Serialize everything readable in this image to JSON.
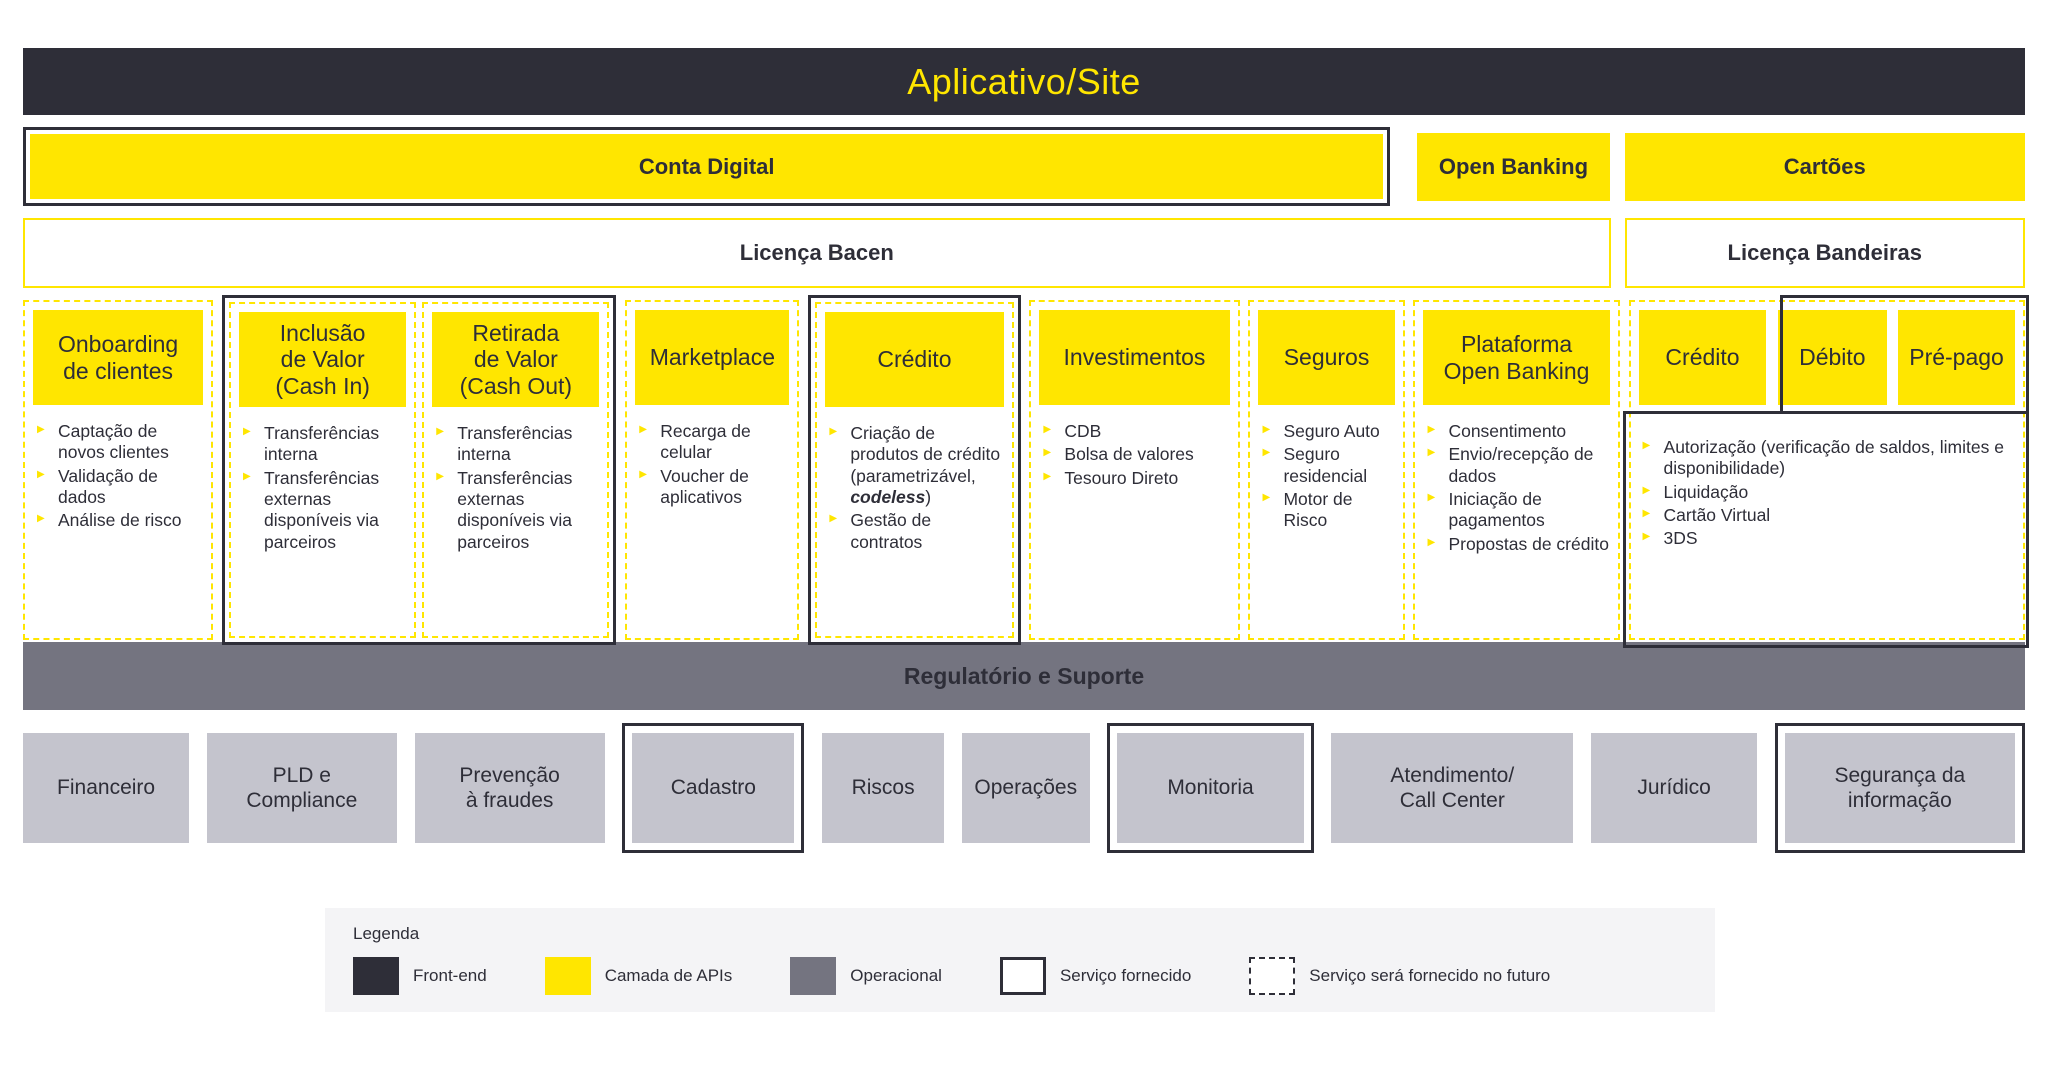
{
  "colors": {
    "front_end_dark": "#2E2E38",
    "api_yellow": "#FFE600",
    "operational_gray": "#747480",
    "support_box_gray": "#C4C4CD",
    "legend_background": "#F4F4F6"
  },
  "header": {
    "title": "Aplicativo/Site"
  },
  "products": {
    "conta_digital": "Conta Digital",
    "open_banking": "Open Banking",
    "cartoes": "Cartões"
  },
  "licenses": {
    "bacen": "Licença Bacen",
    "bandeiras": "Licença Bandeiras"
  },
  "columns": [
    {
      "title": "Onboarding\nde clientes",
      "items": [
        "Captação de novos clientes",
        "Validação de dados",
        "Análise de risco"
      ]
    },
    {
      "title": "Inclusão\nde Valor\n(Cash In)",
      "items": [
        "Transferências interna",
        "Transferências externas disponíveis via parceiros"
      ]
    },
    {
      "title": "Retirada\nde Valor\n(Cash Out)",
      "items": [
        "Transferências interna",
        "Transferências externas disponíveis via parceiros"
      ]
    },
    {
      "title": "Marketplace",
      "items": [
        "Recarga de celular",
        "Voucher de aplicativos"
      ]
    },
    {
      "title": "Crédito",
      "items": [
        {
          "pre": "Criação de produtos de crédito (parametrizável, ",
          "emph": "codeless",
          "post": ")"
        },
        "Gestão de contratos"
      ]
    },
    {
      "title": "Investimentos",
      "items": [
        "CDB",
        "Bolsa de valores",
        "Tesouro Direto"
      ]
    },
    {
      "title": "Seguros",
      "items": [
        "Seguro Auto",
        "Seguro residencial",
        "Motor de Risco"
      ]
    },
    {
      "title": "Plataforma\nOpen Banking",
      "items": [
        "Consentimento",
        "Envio/recepção de dados",
        "Iniciação de pagamentos",
        "Propostas de crédito"
      ]
    }
  ],
  "cartoes_group": {
    "headers": [
      "Crédito",
      "Débito",
      "Pré-pago"
    ],
    "items": [
      "Autorização (verificação de saldos, limites e disponibilidade)",
      "Liquidação",
      "Cartão Virtual",
      "3DS"
    ]
  },
  "support": {
    "bar_title": "Regulatório e Suporte",
    "boxes": [
      {
        "label": "Financeiro"
      },
      {
        "label": "PLD e\nCompliance"
      },
      {
        "label": "Prevenção\nà fraudes"
      },
      {
        "label": "Cadastro"
      },
      {
        "label": "Riscos"
      },
      {
        "label": "Operações"
      },
      {
        "label": "Monitoria"
      },
      {
        "label": "Atendimento/\nCall Center"
      },
      {
        "label": "Jurídico"
      },
      {
        "label": "Segurança da\ninformação"
      }
    ]
  },
  "legend": {
    "title": "Legenda",
    "items": [
      {
        "label": "Front-end"
      },
      {
        "label": "Camada de APIs"
      },
      {
        "label": "Operacional"
      },
      {
        "label": "Serviço fornecido"
      },
      {
        "label": "Serviço será fornecido no futuro"
      }
    ]
  }
}
